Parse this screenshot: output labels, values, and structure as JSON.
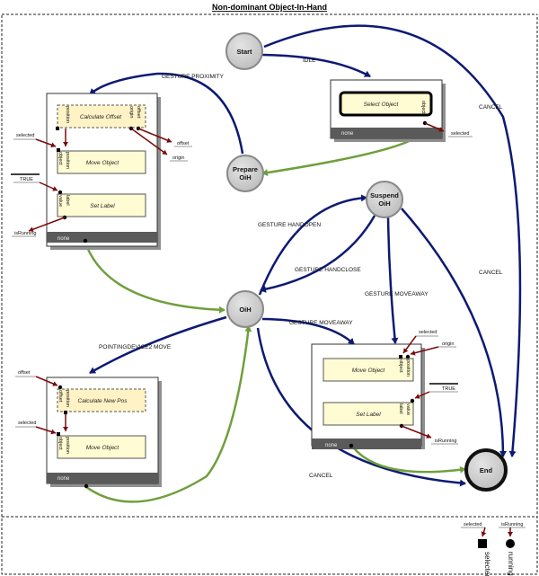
{
  "title": "Non-dominant Object-In-Hand",
  "states": {
    "start": "Start",
    "prepare": [
      "Prepare",
      "OiH"
    ],
    "suspend": [
      "Suspend",
      "OiH"
    ],
    "oih": "OiH",
    "end": "End"
  },
  "transitions": {
    "idle": "IDLE",
    "cancel1": "CANCEL",
    "cancel2": "CANCEL",
    "cancel3": "CANCEL",
    "gesture_proximity": "GESTURE PROXIMITY",
    "gesture_handopen": "GESTURE HANDOPEN",
    "gesture_handclose": "GESTURE HANDCLOSE",
    "gesture_moveaway1": "GESTURE MOVEAWAY",
    "gesture_moveaway2": "GESTURE MOVEAWAY",
    "pointingdevice": "POINTINGDEVICE2 MOVE"
  },
  "boxes": {
    "select": {
      "task": "Select Object",
      "port_object": "object",
      "out_selected": "selected",
      "footer": "none"
    },
    "calc_offset": {
      "task": "Calculate Offset",
      "port_position": "position",
      "port_origin": "origin",
      "port_offset": "offset",
      "out_offset": "offset",
      "out_origin": "origin"
    },
    "move1": {
      "task": "Move Object",
      "port_object": "object",
      "port_position": "position",
      "in_selected": "selected"
    },
    "label1": {
      "task": "Set Label",
      "port_value": "value",
      "port_label": "label",
      "in_true": "TRUE",
      "out_running": "isRunning",
      "footer": "none"
    },
    "calc_newpos": {
      "task": "Calculate New Pos",
      "port_offset": "offset",
      "port_position": "position",
      "in_offset": "offset"
    },
    "move2": {
      "task": "Move Object",
      "port_object": "object",
      "port_position": "position",
      "in_selected": "selected",
      "footer": "none"
    },
    "move3": {
      "task": "Move Object",
      "port_object": "object",
      "port_position": "position",
      "in_selected": "selected",
      "in_origin": "origin"
    },
    "label2": {
      "task": "Set Label",
      "port_value": "value",
      "port_label": "label",
      "in_true": "TRUE",
      "out_running": "isRunning",
      "footer": "none"
    }
  },
  "bottom": {
    "selected_in": "selected",
    "selected_label": "selected",
    "running_in": "isRunning",
    "running_label": "running"
  }
}
